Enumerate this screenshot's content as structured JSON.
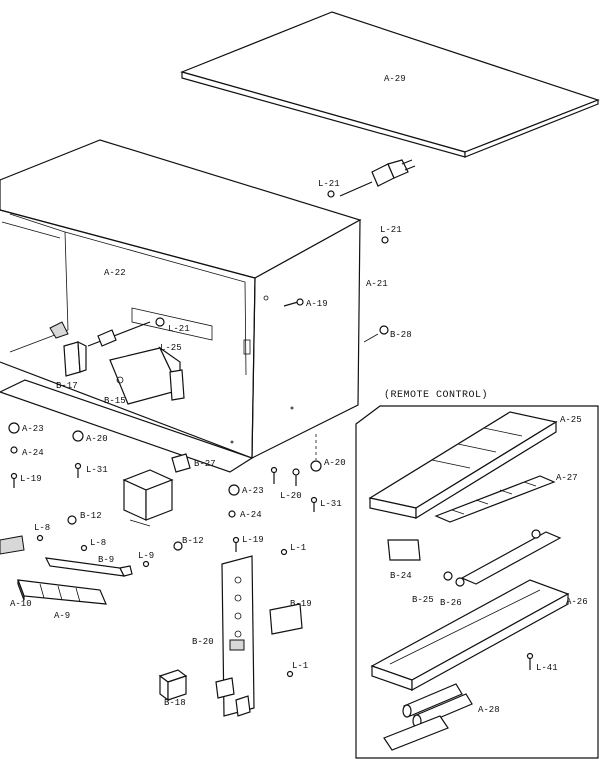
{
  "remote_title": "(REMOTE CONTROL)",
  "labels": {
    "a29": "A-29",
    "l21_top": "L-21",
    "l21_right": "L-21",
    "a22": "A-22",
    "a21": "A-21",
    "a19": "A-19",
    "b28": "B-28",
    "l21_mid": "L-21",
    "l25": "L-25",
    "b17": "B-17",
    "b15": "B-15",
    "a23_left": "A-23",
    "a20_left": "A-20",
    "a24_left": "A-24",
    "l19_left": "L-19",
    "l31_left": "L-31",
    "b27": "B-27",
    "a20_right": "A-20",
    "a23_right": "A-23",
    "l20": "L-20",
    "l31_right": "L-31",
    "a24_right": "A-24",
    "b12_left": "B-12",
    "l8_a": "L-8",
    "l8_b": "L-8",
    "b9": "B-9",
    "l9": "L-9",
    "b12_right": "B-12",
    "l19_right": "L-19",
    "l1_top": "L-1",
    "a10": "A-10",
    "a9": "A-9",
    "b19": "B-19",
    "b20": "B-20",
    "l1_bottom": "L-1",
    "b18": "B-18",
    "a25": "A-25",
    "a27": "A-27",
    "b24": "B-24",
    "b25": "B-25",
    "b26": "B-26",
    "a26": "A-26",
    "l41": "L-41",
    "a28": "A-28"
  }
}
